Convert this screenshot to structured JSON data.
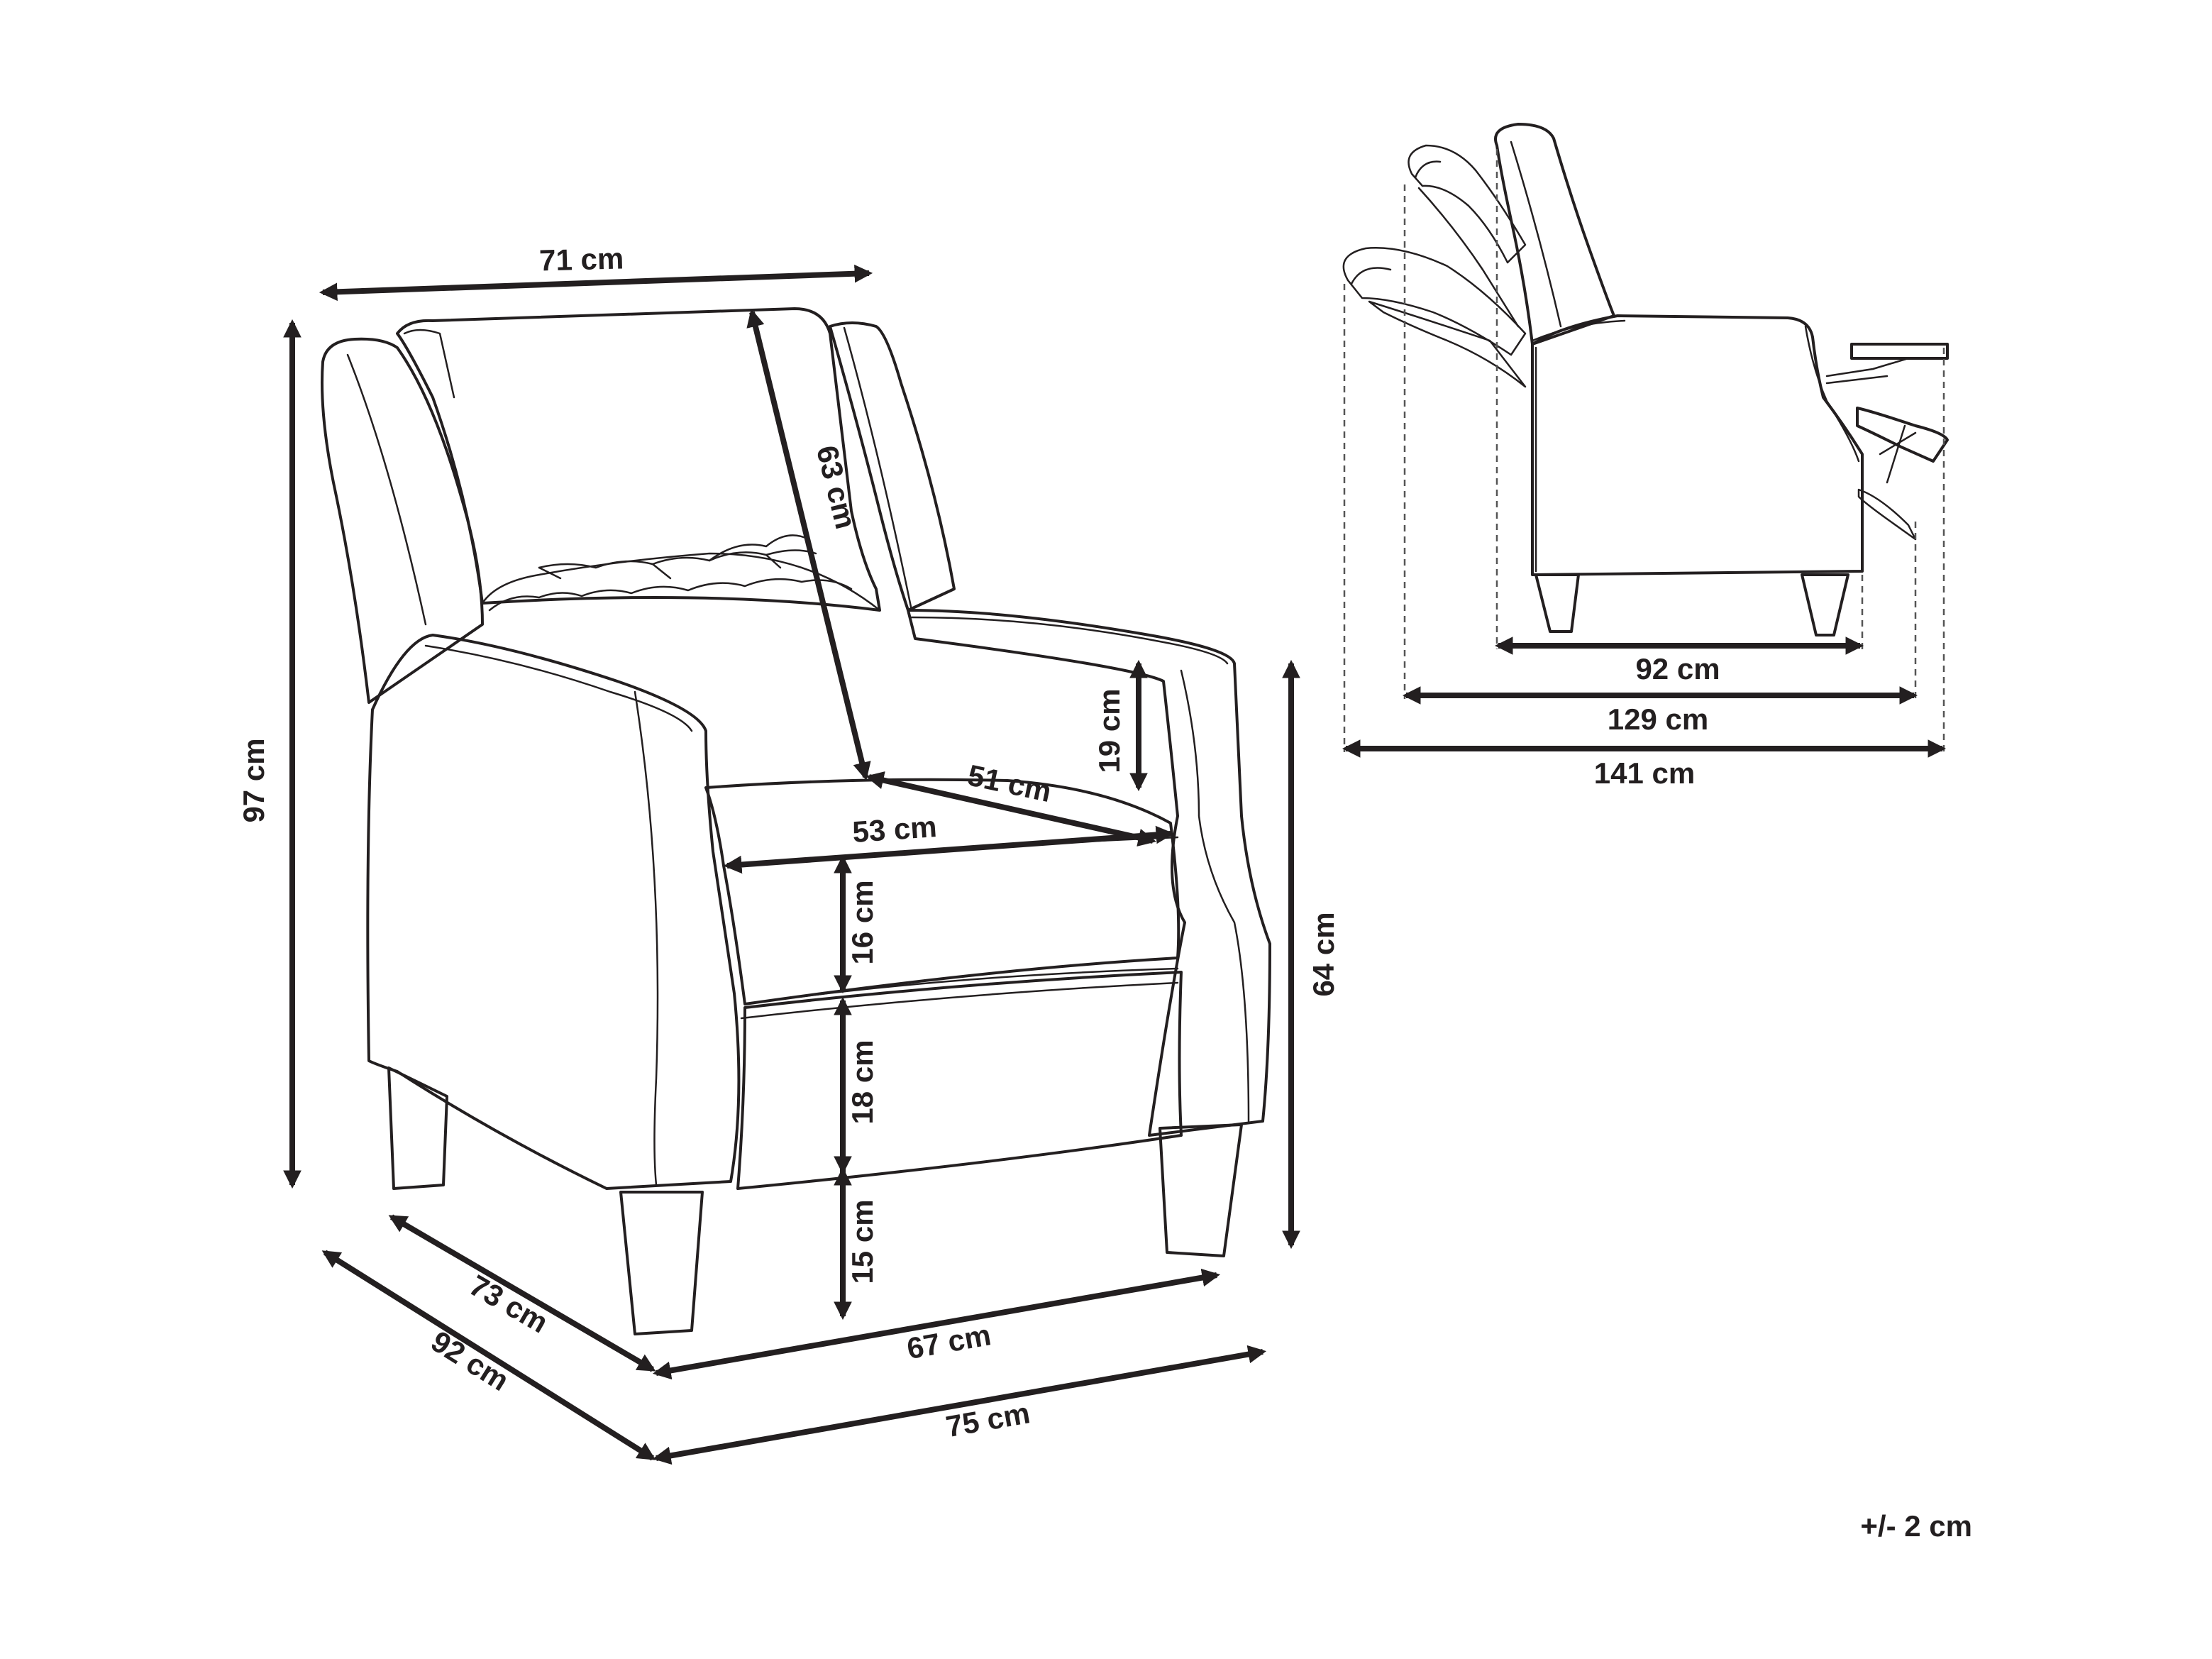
{
  "front_view": {
    "width_top": "71 cm",
    "height_total": "97 cm",
    "backrest_length": "63 cm",
    "seat_depth": "51 cm",
    "seat_width": "53 cm",
    "armrest_height": "19 cm",
    "cushion_height": "16 cm",
    "seat_base_height": "18 cm",
    "leg_height": "15 cm",
    "arm_height_floor": "64 cm",
    "depth_inner": "73 cm",
    "depth_outer": "92 cm",
    "width_inner": "67 cm",
    "width_outer": "75 cm"
  },
  "side_view": {
    "depth_upright": "92 cm",
    "depth_reclined_partial": "129 cm",
    "depth_reclined_full": "141 cm"
  },
  "tolerance": "+/- 2 cm"
}
